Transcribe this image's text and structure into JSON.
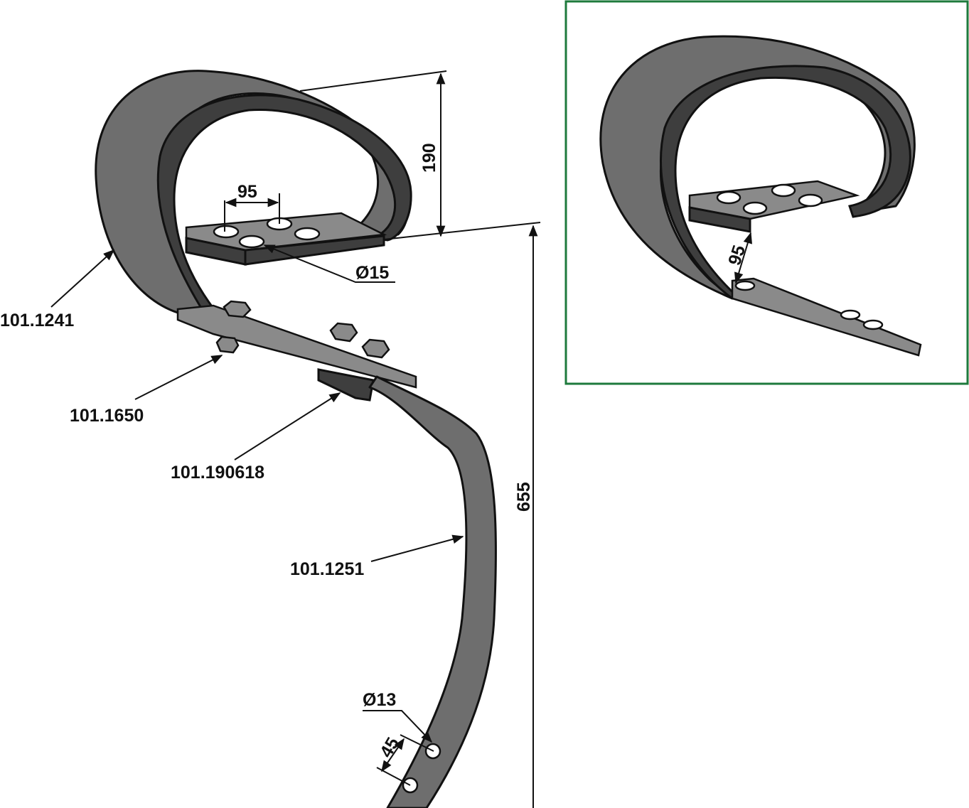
{
  "parts": {
    "spring_tine": "101.1241",
    "bolt_set": "101.1650",
    "bracket": "101.190618",
    "point": "101.1251"
  },
  "dimensions": {
    "hole_spacing_top": "95",
    "hole_diameter_top": "Ø15",
    "height": "190",
    "overall_length": "655",
    "hole_diameter_point": "Ø13",
    "hole_spacing_point": "45",
    "inset_hole_spacing": "95"
  },
  "colors": {
    "inset_border": "#1e7a3c",
    "metal": "#6e6e6e"
  }
}
